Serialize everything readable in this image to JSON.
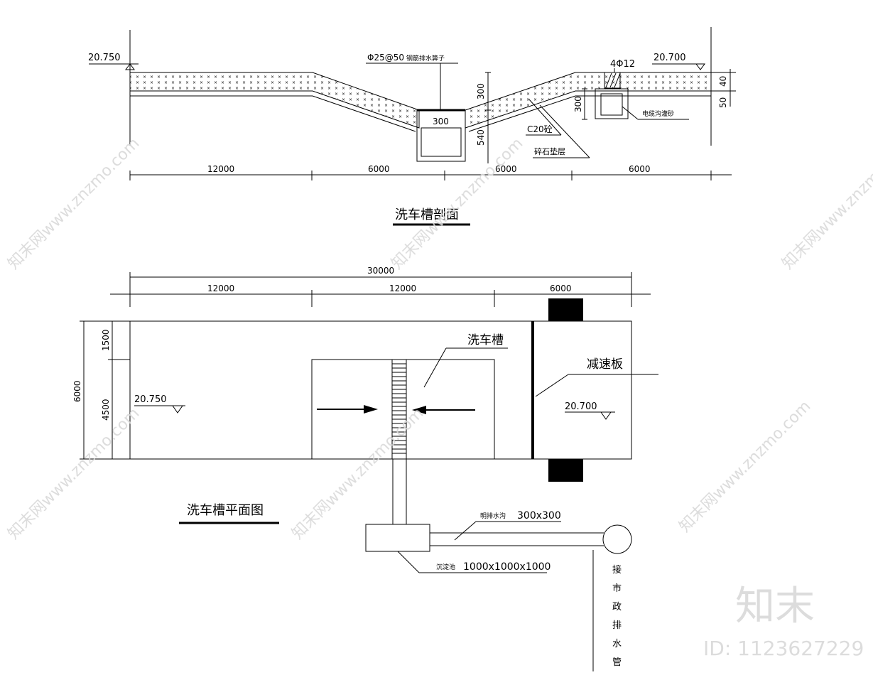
{
  "section": {
    "title": "洗车槽剖面",
    "elev_left": "20.750",
    "elev_right": "20.700",
    "grate_note_code": "Φ25@50",
    "grate_note_text": "钢筋排水箅子",
    "rebar_label": "4Φ12",
    "trench_width": "300",
    "dim_300_a": "300",
    "dim_540": "540",
    "dim_300_b": "300",
    "dim_40": "40",
    "dim_50": "50",
    "concrete_label": "C20砼",
    "gravel_label": "碎石垫层",
    "cable_label": "电缆沟灌砂",
    "dims": [
      "12000",
      "6000",
      "6000",
      "6000"
    ]
  },
  "plan": {
    "title": "洗车槽平面图",
    "total_dim": "30000",
    "dims": [
      "12000",
      "12000",
      "6000"
    ],
    "vert_total": "6000",
    "vert_dims": [
      "1500",
      "4500"
    ],
    "elev_left": "20.750",
    "elev_right": "20.700",
    "wash_label": "洗车槽",
    "speed_bump_label": "减速板",
    "ditch_note_small": "明排水沟",
    "ditch_size": "300x300",
    "tank_note_small": "沉淀池",
    "tank_size": "1000x1000x1000",
    "municipal_chars": [
      "接",
      "市",
      "政",
      "排",
      "水",
      "管"
    ]
  },
  "watermark": {
    "site": "知末网www.znzmo.com",
    "brand": "知末",
    "id": "ID: 1123627229"
  }
}
